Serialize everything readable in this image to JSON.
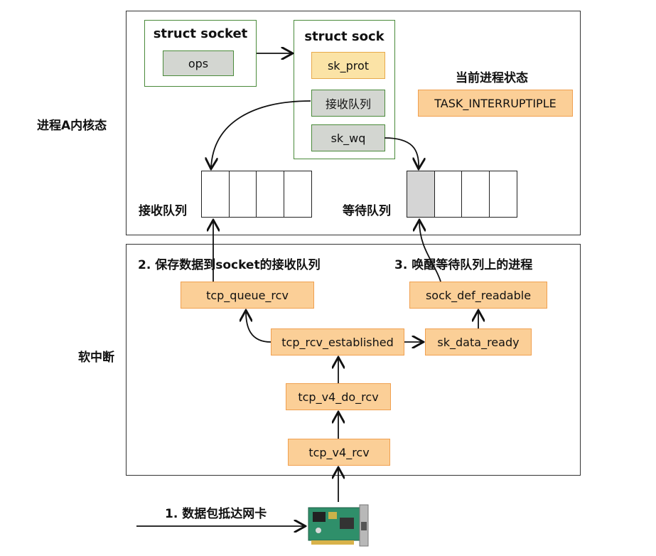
{
  "regions": {
    "process_label": "进程A内核态",
    "softirq_label": "软中断"
  },
  "struct_socket": {
    "title": "struct socket",
    "field": "ops"
  },
  "struct_sock": {
    "title": "struct sock",
    "fields": [
      "sk_prot",
      "接收队列",
      "sk_wq"
    ]
  },
  "process_state": {
    "title": "当前进程状态",
    "value": "TASK_INTERRUPTIPLE"
  },
  "queues": {
    "receive": "接收队列",
    "wait": "等待队列"
  },
  "steps": {
    "step1": "1. 数据包抵达网卡",
    "step2": "2. 保存数据到socket的接收队列",
    "step3": "3. 唤醒等待队列上的进程"
  },
  "functions": {
    "tcp_queue_rcv": "tcp_queue_rcv",
    "sock_def_readable": "sock_def_readable",
    "tcp_rcv_established": "tcp_rcv_established",
    "sk_data_ready": "sk_data_ready",
    "tcp_v4_do_rcv": "tcp_v4_do_rcv",
    "tcp_v4_rcv": "tcp_v4_rcv"
  },
  "icons": {
    "nic": "network-card-icon"
  },
  "colors": {
    "green_border": "#4a8a3a",
    "orange_fill": "#fbcf97",
    "orange_border": "#f0a050"
  }
}
